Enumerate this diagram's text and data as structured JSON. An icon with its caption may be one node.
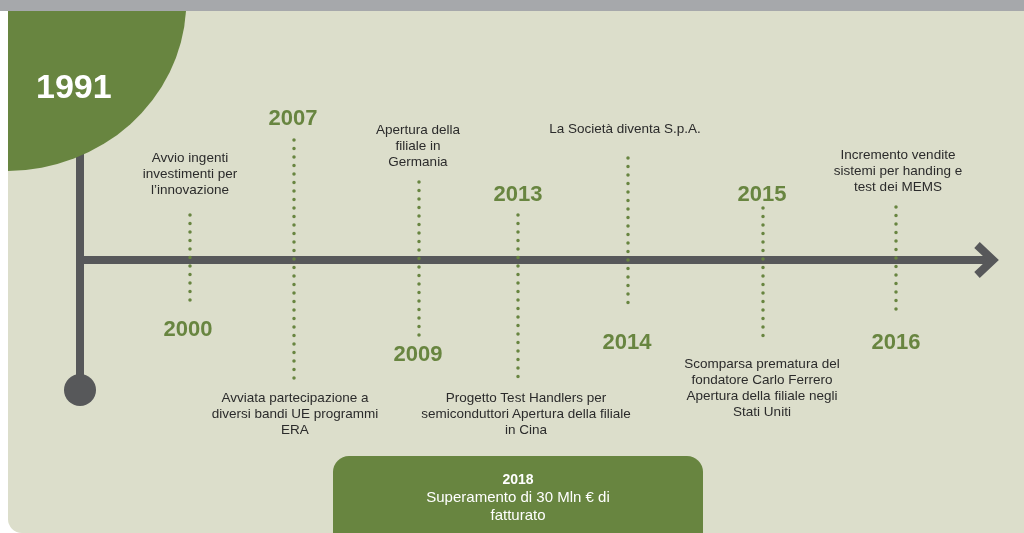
{
  "diagram": {
    "nodes": [
      {
        "text": [
          "1991"
        ]
      },
      {
        "text": [
          "2018",
          "Superamento di 30 Mln € di fatturato"
        ]
      }
    ],
    "labels": [
      "Avvio ingenti investimenti per l’innovazione",
      "2000",
      "2007",
      "Avviata partecipazione a diversi bandi UE programmi ERA",
      "Apertura della filiale in Germania",
      "2009",
      "2013",
      "Progetto Test Handlers per semiconduttori Apertura della filiale in Cina",
      "La Società diventa S.p.A.",
      "2014",
      "2015",
      "Scomparsa prematura del fondatore Carlo Ferrero Apertura della filiale negli Stati Uniti",
      "Incremento vendite sistemi per handing e test dei MEMS",
      "2016"
    ]
  }
}
